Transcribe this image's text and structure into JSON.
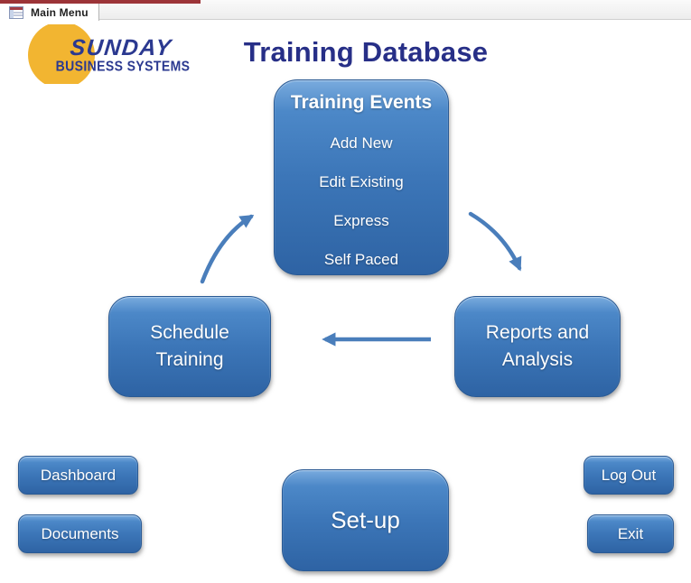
{
  "window": {
    "tab_label": "Main Menu",
    "tab_icon": "access-form-icon"
  },
  "logo": {
    "line1": "SUNDAY",
    "line2": "BUSINESS SYSTEMS"
  },
  "page": {
    "title": "Training Database"
  },
  "flow": {
    "training_events": {
      "header": "Training Events",
      "items": [
        "Add New",
        "Edit Existing",
        "Express",
        "Self Paced"
      ]
    },
    "schedule_training_label": "Schedule Training",
    "reports_analysis_label": "Reports and Analysis",
    "arrows": [
      "schedule-to-events",
      "events-to-reports",
      "reports-to-schedule"
    ]
  },
  "actions": {
    "dashboard_label": "Dashboard",
    "documents_label": "Documents",
    "setup_label": "Set-up",
    "logout_label": "Log Out",
    "exit_label": "Exit"
  },
  "colors": {
    "button_blue": "#3c76b8",
    "button_blue_light": "#79abde",
    "button_blue_dark": "#2e63a4",
    "title_blue": "#272f87",
    "arrow_blue": "#4a7ebb",
    "tab_accent_red": "#9c3438",
    "logo_yellow": "#f2b531",
    "logo_blue": "#2b3990"
  }
}
